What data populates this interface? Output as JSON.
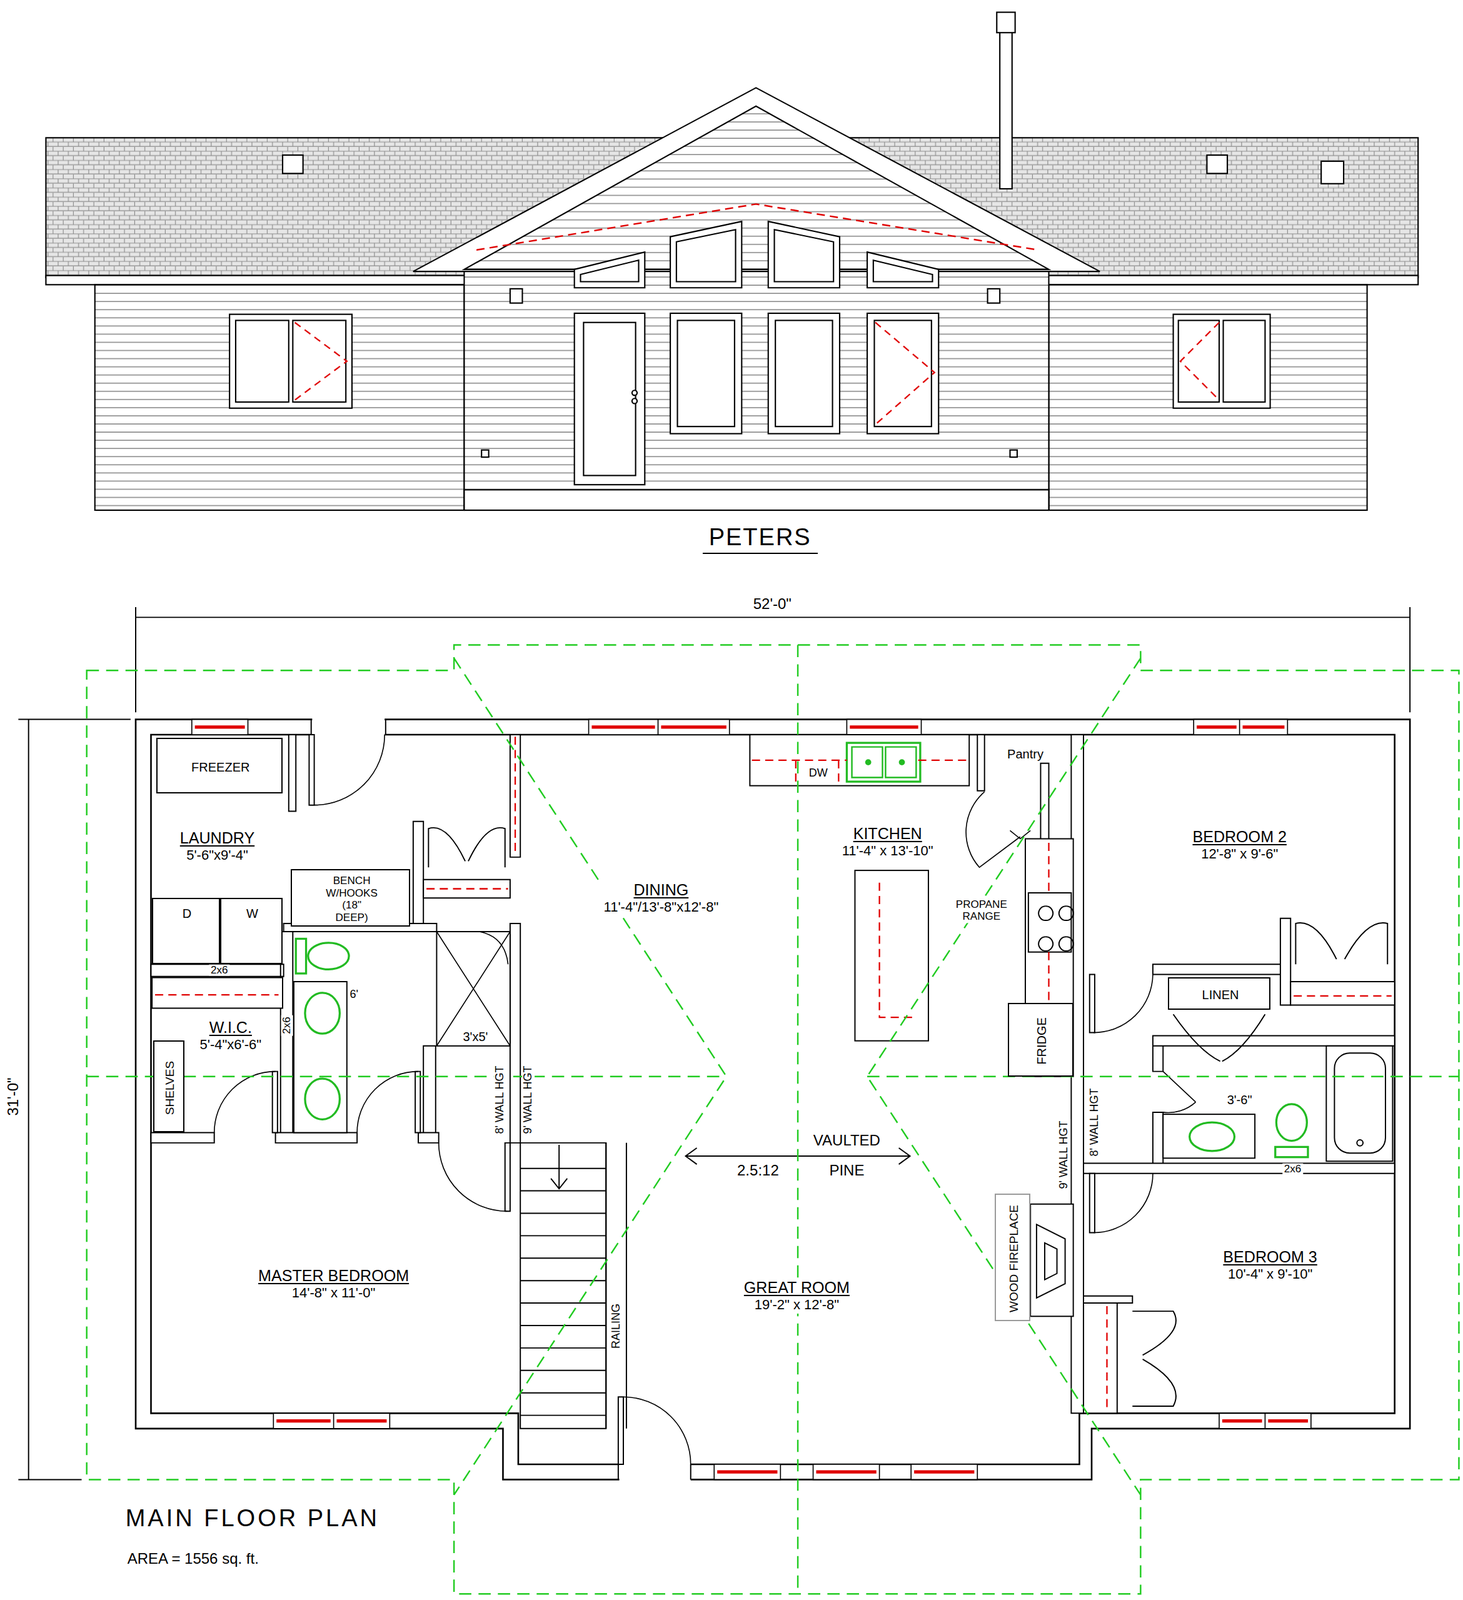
{
  "diagram": {
    "title": "PETERS",
    "caption": "MAIN FLOOR PLAN",
    "nodes": [
      {
        "text": [
          "LAUNDRY",
          "5'-6\"x9'-4\""
        ]
      },
      {
        "text": [
          "FREEZER"
        ],
        "in": 0
      },
      {
        "text": [
          "D"
        ],
        "in": 0
      },
      {
        "text": [
          "W"
        ],
        "in": 0
      },
      {
        "text": [
          "BENCH W/HOOKS (18\" DEEP)"
        ]
      },
      {
        "text": [
          "DINING",
          "11'-4\"/13'-8\"x12'-8\""
        ]
      },
      {
        "text": [
          "KITCHEN",
          "11'-4\" x 13'-10\""
        ]
      },
      {
        "text": [
          "Pantry"
        ]
      },
      {
        "text": [
          "BEDROOM 2",
          "12'-8\" x 9'-6\""
        ]
      },
      {
        "text": [
          "LINEN"
        ]
      },
      {
        "text": [
          "W.I.C.",
          "5'-4\"x6'-6\""
        ]
      },
      {
        "text": [
          "SHELVES"
        ],
        "in": 10
      },
      {
        "text": [
          "FRIDGE"
        ]
      },
      {
        "text": [
          "MASTER BEDROOM",
          "14'-8\" x 11'-0\""
        ]
      },
      {
        "text": [
          "GREAT ROOM",
          "19'-2\" x 12'-8\""
        ]
      },
      {
        "text": [
          "WOOD FIREPLACE"
        ]
      },
      {
        "text": [
          "BEDROOM 3",
          "10'-4\" x 9'-10\""
        ]
      }
    ],
    "labels": [
      "52'-0\"",
      "31'-0\"",
      "DW",
      "PROPANE RANGE",
      "2x6",
      "2x6",
      "6'",
      "3'x5'",
      "8' WALL HGT",
      "9' WALL HGT",
      "2.5:12",
      "VAULTED",
      "PINE",
      "9' WALL HGT",
      "8' WALL HGT",
      "3'-6\"",
      "2x6",
      "RAILING",
      "AREA = 1556 sq. ft."
    ]
  }
}
